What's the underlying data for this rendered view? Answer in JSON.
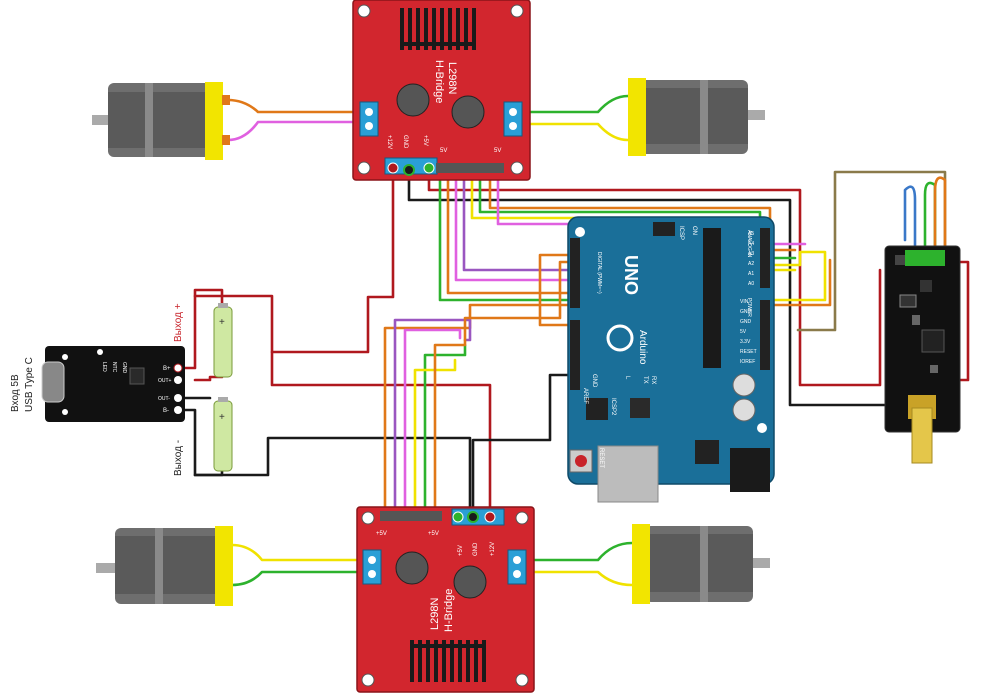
{
  "hbridge_top": {
    "model": "L298N",
    "name": "H-Bridge",
    "pin_12v": "+12V",
    "pin_gnd": "GND",
    "pin_5v": "+5V",
    "pin_en_a": "5V",
    "pin_en_b": "5V"
  },
  "hbridge_bottom": {
    "model": "L298N",
    "name": "H-Bridge",
    "pin_12v": "+12V",
    "pin_gnd": "GND",
    "pin_5v": "+5V",
    "pin_en_a": "+5V",
    "pin_en_b": "+5V"
  },
  "arduino": {
    "brand": "UNO",
    "sub": "Arduino",
    "on_label": "ON",
    "icsp": "ICSP",
    "icsp2": "ICSP2",
    "reset_label": "RESET",
    "aref": "AREF",
    "gnd": "GND",
    "tx": "TX",
    "rx": "RX",
    "l": "L",
    "digital_label": "DIGITAL (PWM=~)",
    "analog_label": "ANALOG IN",
    "power_label": "POWER",
    "power_pins": [
      "VIN",
      "GND",
      "GND",
      "5V",
      "3.3V",
      "RESET",
      "IOREF"
    ],
    "analog_pins": [
      "A5",
      "A4",
      "A3",
      "A2",
      "A1",
      "A0"
    ]
  },
  "charger": {
    "input_label_1": "Вход 5В",
    "input_label_2": "USB Type C",
    "out_plus": "Выход +",
    "out_minus": "Выход -",
    "pin_bplus": "B+",
    "pin_oplus": "OUT+",
    "pin_ominus": "OUT-",
    "pin_bminus": "B-",
    "led": "LED",
    "ntc": "NTC",
    "gnd": "GND"
  },
  "battery": {
    "plus": "+",
    "minus": "-"
  },
  "colors": {
    "board_red": "#d2262e",
    "board_blue": "#1a6f99",
    "terminal_blue": "#2a9fd6",
    "motor_yellow": "#f2e500",
    "wire_red": "#b0181e",
    "wire_black": "#1a1a1a",
    "wire_green": "#2db22d",
    "wire_yellow": "#f0e200",
    "wire_magenta": "#e060e0",
    "wire_orange": "#e07818",
    "wire_purple": "#9a56c0",
    "wire_olive": "#8a7a4a",
    "wire_blue": "#3a78c8"
  }
}
